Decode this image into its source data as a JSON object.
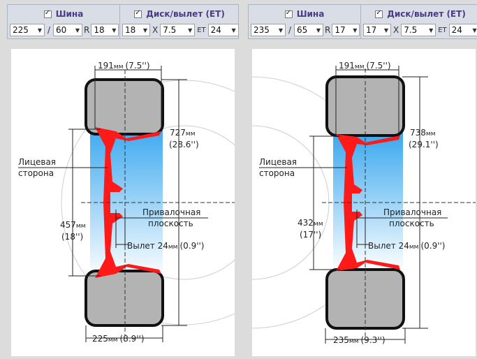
{
  "headers": {
    "tire": "Шина",
    "disk": "Диск/вылет (ET)"
  },
  "separators": {
    "slash": "/",
    "r": "R",
    "x": "X",
    "et": "ET"
  },
  "panels": [
    {
      "tire": {
        "width": "225",
        "profile": "60",
        "radius": "18"
      },
      "disk": {
        "diameter": "18",
        "width": "7.5",
        "et": "24"
      },
      "labels": {
        "rim_width_top": "191",
        "rim_width_top_inch": "(7.5'')",
        "tire_diam": "727",
        "tire_diam_inch": "(28.6'')",
        "rim_diam": "457",
        "rim_diam_inch": "(18'')",
        "face_side_1": "Лицевая",
        "face_side_2": "сторона",
        "mount_plane_1": "Привалочная",
        "mount_plane_2": "плоскость",
        "offset_prefix": "Вылет 24",
        "offset_inch": "(0.9'')",
        "tire_width": "225",
        "tire_width_inch": "(8.9'')",
        "unit": "мм"
      }
    },
    {
      "tire": {
        "width": "235",
        "profile": "65",
        "radius": "17"
      },
      "disk": {
        "diameter": "17",
        "width": "7.5",
        "et": "24"
      },
      "labels": {
        "rim_width_top": "191",
        "rim_width_top_inch": "(7.5'')",
        "tire_diam": "738",
        "tire_diam_inch": "(29.1'')",
        "rim_diam": "432",
        "rim_diam_inch": "(17'')",
        "face_side_1": "Лицевая",
        "face_side_2": "сторона",
        "mount_plane_1": "Привалочная",
        "mount_plane_2": "плоскость",
        "offset_prefix": "Вылет 24",
        "offset_inch": "(0.9'')",
        "tire_width": "235",
        "tire_width_inch": "(9.3'')",
        "unit": "мм"
      }
    }
  ],
  "colors": {
    "header_text": "#4a3a8c",
    "rim": "#ff1a1a",
    "tire": "#b3b3b3",
    "tire_outline": "#111111",
    "gradient_top": "#3aa8ef",
    "gradient_bottom": "#ffffff"
  }
}
